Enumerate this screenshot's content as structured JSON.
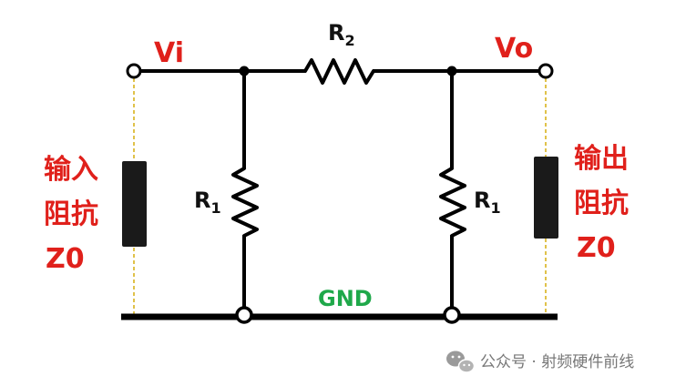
{
  "labels": {
    "vi": "Vi",
    "vo": "Vo",
    "r2": "R",
    "r2_sub": "2",
    "r1_left": "R",
    "r1_left_sub": "1",
    "r1_right": "R",
    "r1_right_sub": "1",
    "gnd": "GND",
    "input_impedance": [
      "输入",
      "阻抗",
      "Z0"
    ],
    "output_impedance": [
      "输出",
      "阻抗",
      "Z0"
    ]
  },
  "watermark": {
    "text": "公众号 · 射频硬件前线",
    "icon": "wechat-icon"
  },
  "colors": {
    "wire": "#000000",
    "label_red": "#e0201b",
    "gnd_green": "#1fa84a",
    "guide_dash": "#e0c24a",
    "watermark": "#777777"
  }
}
